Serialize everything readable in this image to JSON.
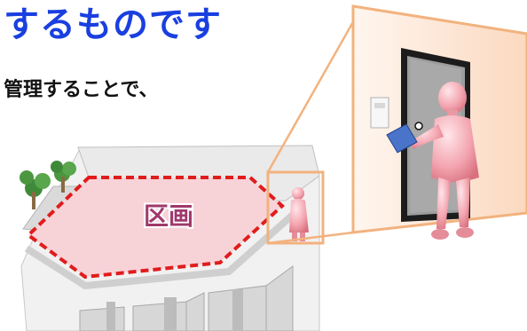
{
  "heading": "するものです",
  "subheading": "管理することで、",
  "zone_label": "区画",
  "colors": {
    "heading": "#1a3fe0",
    "zone_fill": "#f7d3d8",
    "zone_border": "#e01c1c",
    "callout_border": "#f2b27e",
    "callout_fill": "#fce6d6",
    "door_frame": "#1c1c1c",
    "door": "#9d9d9d",
    "figure": "#f0a4ad"
  }
}
